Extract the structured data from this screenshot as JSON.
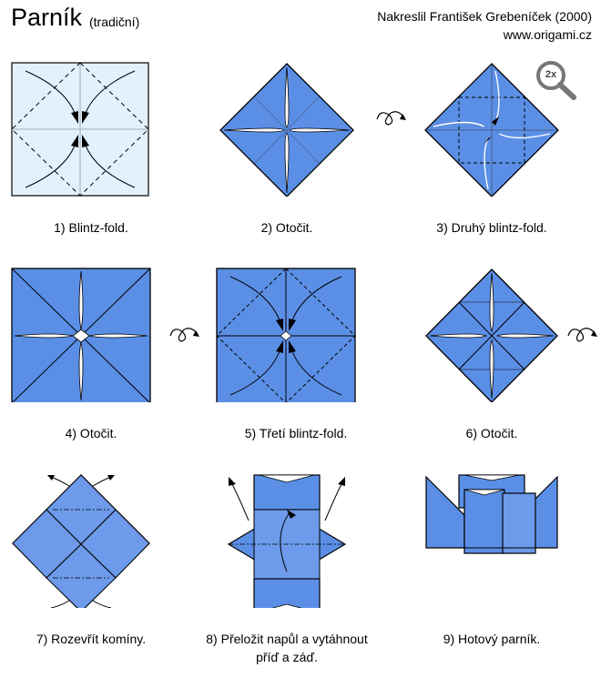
{
  "header": {
    "title": "Parník",
    "subtitle": "(tradiční)",
    "author": "Nakreslil František Grebeníček (2000)",
    "website": "www.origami.cz"
  },
  "zoom_badge": "2x",
  "colors": {
    "paper_blue": "#5b8fe6",
    "paper_light": "#e2f1fd",
    "line": "#000000"
  },
  "steps": [
    {
      "caption": "1) Blintz-fold."
    },
    {
      "caption": "2) Otočit."
    },
    {
      "caption": "3) Druhý blintz-fold."
    },
    {
      "caption": "4) Otočit."
    },
    {
      "caption": "5) Třetí blintz-fold."
    },
    {
      "caption": "6) Otočit."
    },
    {
      "caption": "7) Rozevřít komíny."
    },
    {
      "caption": "8) Přeložit napůl a vytáhnout příď a záď."
    },
    {
      "caption": "9) Hotový parník."
    }
  ]
}
